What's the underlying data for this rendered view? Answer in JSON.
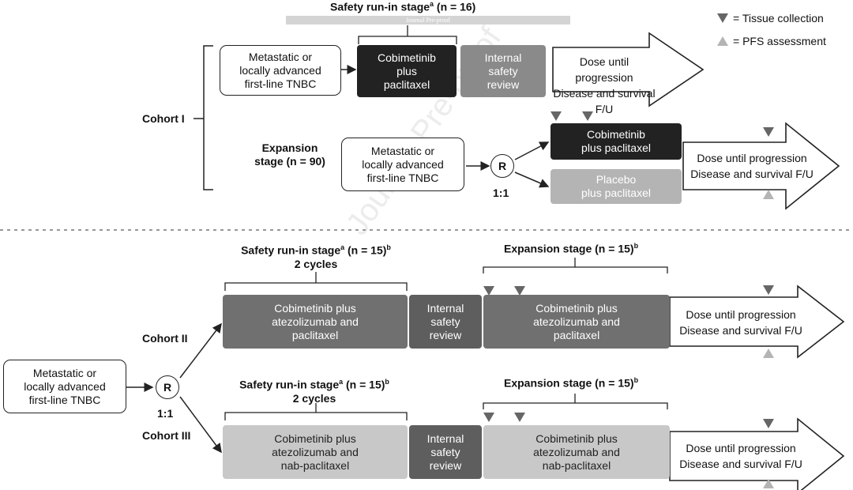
{
  "legend": {
    "tissue_label": "= Tissue collection",
    "pfs_label": "= PFS assessment",
    "tissue_color": "#666666",
    "pfs_color": "#b4b4b4"
  },
  "watermark": "Journal Pre-proof",
  "cohort1": {
    "label": "Cohort I",
    "run_in": {
      "heading": "Safety run-in stage",
      "heading_sup": "a",
      "heading_n": " (n = 16)",
      "population": "Metastatic or\nlocally advanced\nfirst-line TNBC",
      "treatment": "Cobimetinib\nplus\npaclitaxel",
      "review": "Internal\nsafety\nreview",
      "followup": "Dose until progression\nDisease and survival F/U"
    },
    "expansion": {
      "heading": "Expansion\nstage (n = 90)",
      "population": "Metastatic or\nlocally advanced\nfirst-line TNBC",
      "randomize": "R",
      "ratio": "1:1",
      "arm_a": "Cobimetinib\nplus paclitaxel",
      "arm_b": "Placebo\nplus paclitaxel",
      "followup": "Dose until progression\nDisease and survival F/U"
    }
  },
  "lower": {
    "population": "Metastatic or\nlocally advanced\nfirst-line TNBC",
    "randomize": "R",
    "ratio": "1:1",
    "cohort2": {
      "label": "Cohort II",
      "run_in_heading": "Safety run-in stage",
      "run_in_sup": "a",
      "run_in_n": " (n = 15)",
      "run_in_sup2": "b",
      "cycles": "2 cycles",
      "expansion_heading": "Expansion stage (n = 15)",
      "expansion_sup": "b",
      "run_in_treatment": "Cobimetinib plus\natezolizumab and\npaclitaxel",
      "review": "Internal\nsafety\nreview",
      "expansion_treatment": "Cobimetinib plus\natezolizumab and\npaclitaxel",
      "followup": "Dose until progression\nDisease and survival F/U"
    },
    "cohort3": {
      "label": "Cohort III",
      "run_in_heading": "Safety run-in stage",
      "run_in_sup": "a",
      "run_in_n": " (n = 15)",
      "run_in_sup2": "b",
      "cycles": "2 cycles",
      "expansion_heading": "Expansion stage (n = 15)",
      "expansion_sup": "b",
      "run_in_treatment": "Cobimetinib plus\natezolizumab and\nnab-paclitaxel",
      "review": "Internal\nsafety\nreview",
      "expansion_treatment": "Cobimetinib plus\natezolizumab and\nnab-paclitaxel",
      "followup": "Dose until progression\nDisease and survival F/U"
    }
  }
}
